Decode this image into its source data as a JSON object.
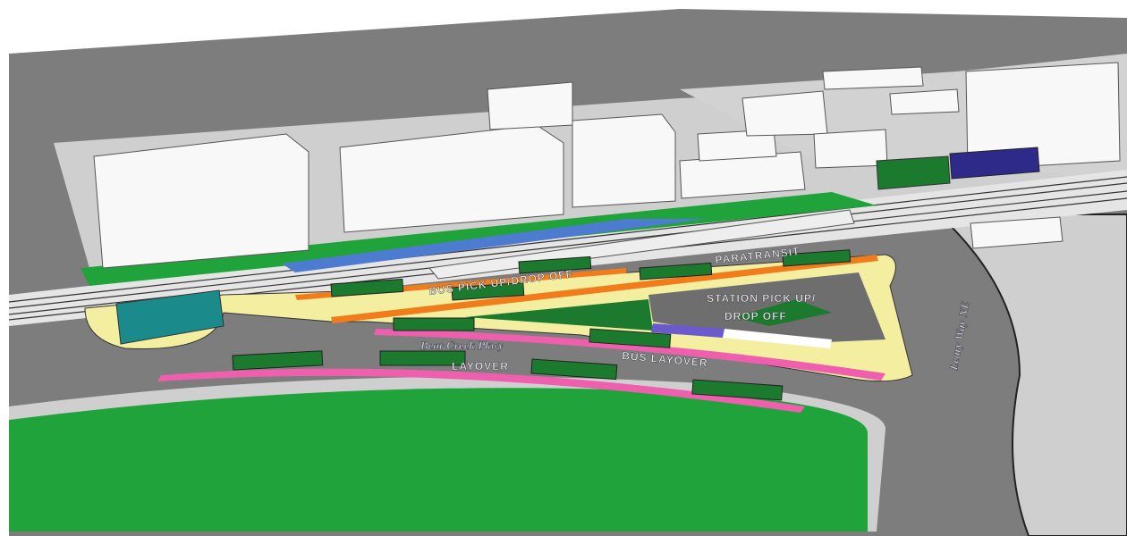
{
  "scene": {
    "labels": {
      "bus_pickup": "BUS PICK UP/DROP OFF",
      "paratransit": "PARATRANSIT",
      "station_pickup_line1": "STATION PICK UP/",
      "station_pickup_line2": "DROP OFF",
      "street_bear_creek": "Bear Creek Pkwy",
      "layover": "LAYOVER",
      "bus_layover": "BUS LAYOVER",
      "street_vertical": "Leary Way NE"
    },
    "colors": {
      "road": "#7a7a7a",
      "ground": "#c9c9c9",
      "grass": "#1fa33a",
      "plaza": "#f4eea0",
      "bus_lane_orange": "#f07c1c",
      "layover_pink": "#ee5fae",
      "bus_green": "#1b7a2e",
      "platform_blue": "#4d7bd0",
      "garage_blue": "#2e2a8a",
      "garage_teal": "#1a8a8a"
    }
  }
}
